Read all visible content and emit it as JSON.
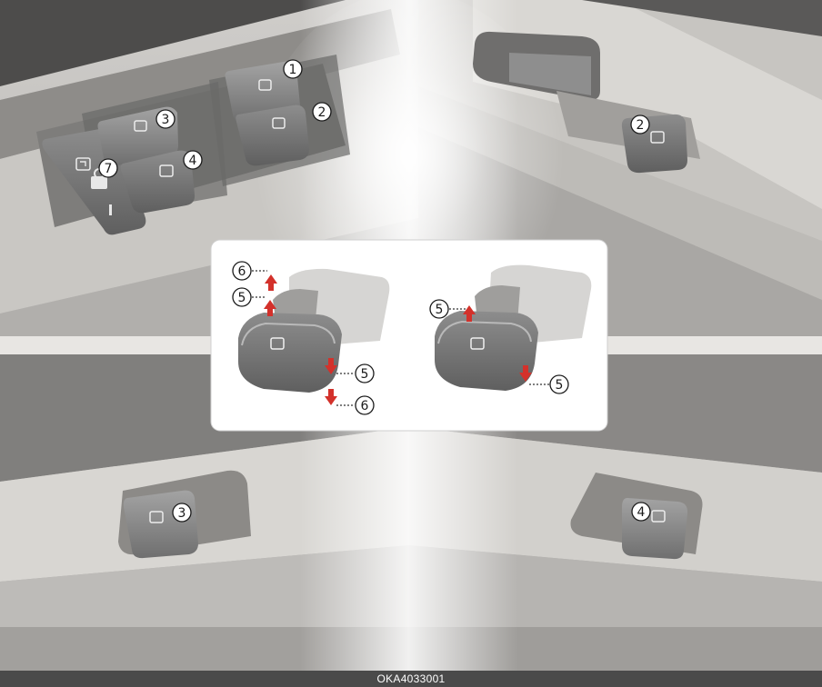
{
  "figure": {
    "footer_code": "OKA4033001",
    "callout_numbers": {
      "n1": "1",
      "n2": "2",
      "n3": "3",
      "n4": "4",
      "n5": "5",
      "n6": "6",
      "n7": "7"
    },
    "icons": [
      "window-switch-icon",
      "window-lock-icon",
      "arrow-up-icon",
      "arrow-down-icon"
    ],
    "colors": {
      "arrow": "#d3312b",
      "trim": "#dcdad6",
      "switch": "#808080",
      "inset_bg": "#ffffff",
      "footer_bg": "#4a4a4a"
    }
  }
}
